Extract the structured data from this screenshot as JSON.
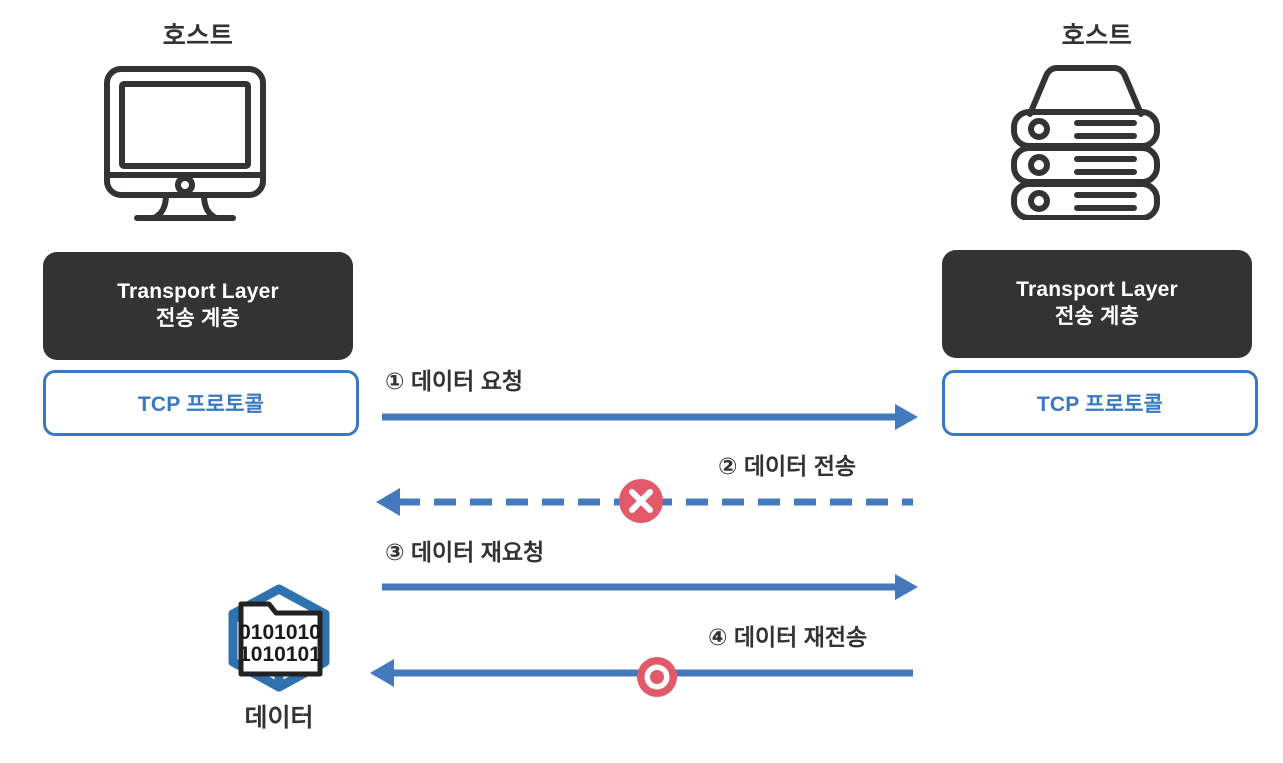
{
  "diagram": {
    "title_implied": "TCP retransmission flow between hosts",
    "colors": {
      "accent_blue": "#3a79c0",
      "arrow_blue": "#4479bd",
      "marker_red": "#e2596a",
      "dark_box": "#333333",
      "text_dark": "#333333",
      "background": "#ffffff"
    }
  },
  "left_host": {
    "label": "호스트",
    "icon": "desktop-computer-icon",
    "layer_box": {
      "line_en": "Transport Layer",
      "line_ko": "전송 계층"
    },
    "protocol_box": {
      "label": "TCP 프로토콜"
    }
  },
  "right_host": {
    "label": "호스트",
    "icon": "server-stack-icon",
    "layer_box": {
      "line_en": "Transport Layer",
      "line_ko": "전송 계층"
    },
    "protocol_box": {
      "label": "TCP 프로토콜"
    }
  },
  "flows": [
    {
      "id": "flow-1",
      "label": "① 데이터 요청",
      "direction": "right",
      "style": "solid",
      "marker": "none"
    },
    {
      "id": "flow-2",
      "label": "② 데이터 전송",
      "direction": "left",
      "style": "dashed",
      "marker": "red-x-circle"
    },
    {
      "id": "flow-3",
      "label": "③ 데이터 재요청",
      "direction": "right",
      "style": "solid",
      "marker": "none"
    },
    {
      "id": "flow-4",
      "label": "④ 데이터 재전송",
      "direction": "left",
      "style": "solid",
      "marker": "red-bullseye"
    }
  ],
  "data_asset": {
    "label": "데이터",
    "icon": "data-cube-icon",
    "binary_top": "0101010",
    "binary_bottom": "1010101"
  }
}
